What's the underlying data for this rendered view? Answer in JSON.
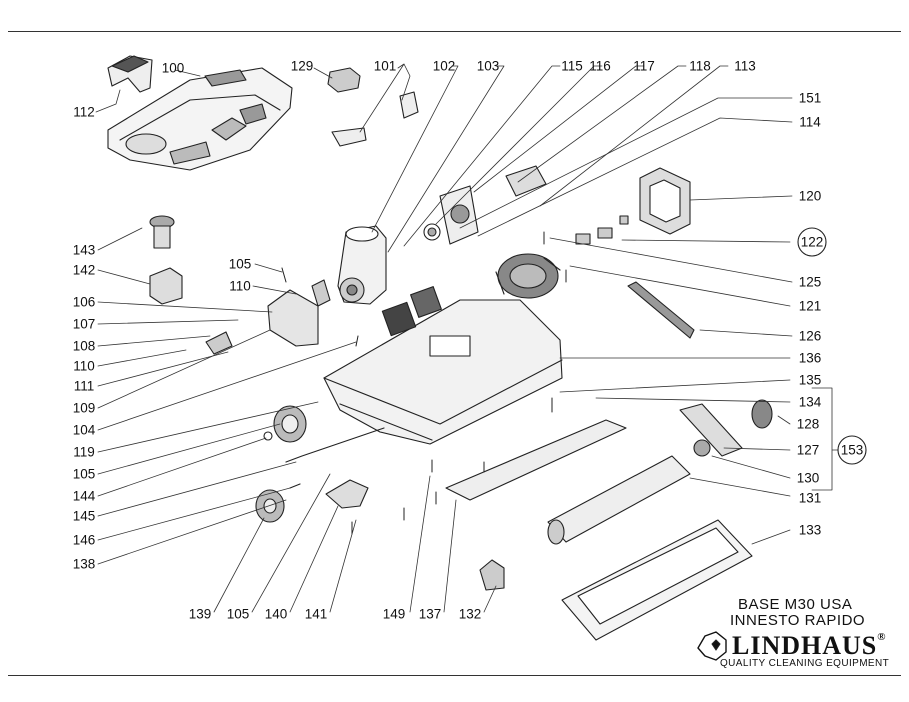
{
  "caption": {
    "line1": "BASE M30 USA",
    "line2": "INNESTO RAPIDO"
  },
  "brand": {
    "name": "LINDHAUS",
    "trademark": "®",
    "tagline": "QUALITY CLEANING EQUIPMENT"
  },
  "labels": {
    "p100": "100",
    "p101": "101",
    "p102": "102",
    "p103": "103",
    "p104": "104",
    "p105a": "105",
    "p105b": "105",
    "p105c": "105",
    "p106": "106",
    "p107": "107",
    "p108": "108",
    "p109": "109",
    "p110a": "110",
    "p110b": "110",
    "p111": "111",
    "p112": "112",
    "p113": "113",
    "p114": "114",
    "p115": "115",
    "p116": "116",
    "p117": "117",
    "p118": "118",
    "p119": "119",
    "p120": "120",
    "p121": "121",
    "p122": "122",
    "p125": "125",
    "p126": "126",
    "p127": "127",
    "p128": "128",
    "p129": "129",
    "p130": "130",
    "p131": "131",
    "p132": "132",
    "p133": "133",
    "p134": "134",
    "p135": "135",
    "p136": "136",
    "p137": "137",
    "p138": "138",
    "p139": "139",
    "p140": "140",
    "p141": "141",
    "p142": "142",
    "p143": "143",
    "p144": "144",
    "p145": "145",
    "p146": "146",
    "p149": "149",
    "p151": "151",
    "p153": "153"
  }
}
